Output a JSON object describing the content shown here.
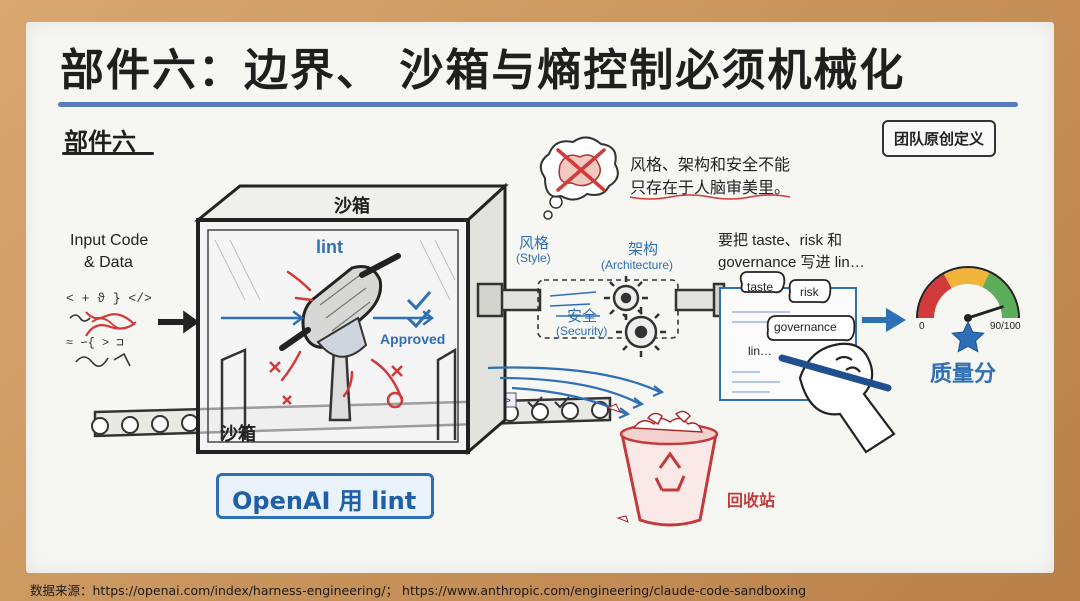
{
  "title": "部件六：边界、 沙箱与熵控制必须机械化",
  "section_label": "部件六",
  "badge": "团队原创定义",
  "input": {
    "line1": "Input Code",
    "line2": "& Data"
  },
  "sandbox": {
    "top_label": "沙箱",
    "inner_label": "沙箱",
    "lint_label": "lint",
    "approved_label": "Approved"
  },
  "openai_label": "OpenAI 用 lint",
  "thought": {
    "line1": "风格、架构和安全不能",
    "line2": "只存在于人脑审美里。"
  },
  "aspects": {
    "style_cn": "风格",
    "style_en": "(Style)",
    "arch_cn": "架构",
    "arch_en": "(Architecture)",
    "sec_cn": "安全",
    "sec_en": "(Security)"
  },
  "note": {
    "line1": "要把 taste、risk 和",
    "line2": "governance 写进 lin…"
  },
  "doc_tags": {
    "taste": "taste",
    "risk": "risk",
    "governance": "governance",
    "lin": "lin…"
  },
  "gauge": {
    "min_label": "0",
    "max_label": "90/100",
    "title": "质量分",
    "value": 90,
    "max": 100
  },
  "recycle_label": "回收站",
  "source": "数据来源：https://openai.com/index/harness-engineering/； https://www.anthropic.com/engineering/claude-code-sandboxing",
  "colors": {
    "blue": "#2f6fb5",
    "red": "#d23a3a",
    "dark": "#222222",
    "green": "#3f9e4a"
  }
}
